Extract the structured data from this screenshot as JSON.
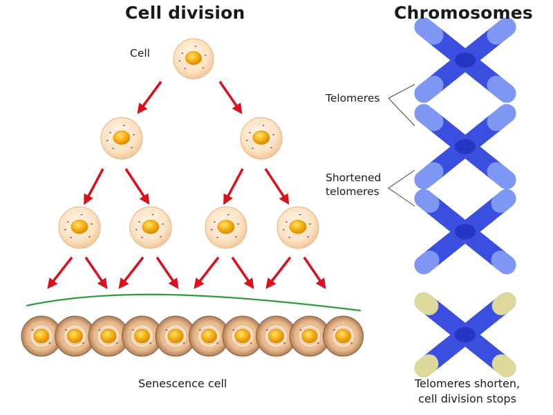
{
  "headings": {
    "cell_division": "Cell division",
    "chromosomes": "Chromosomes"
  },
  "labels": {
    "cell": "Cell",
    "telomeres": "Telomeres",
    "shortened_line1": "Shortened",
    "shortened_line2": "telomeres",
    "senescence": "Senescence cell",
    "stop_line1": "Telomeres shorten,",
    "stop_line2": "cell division stops"
  },
  "tree": {
    "generation_counts": [
      1,
      2,
      4
    ],
    "senescent_cell_count": 10
  },
  "chromosomes": {
    "count": 4,
    "telomere_levels": [
      "full",
      "full",
      "shortened",
      "none"
    ]
  },
  "colors": {
    "arrow": "#d8111c",
    "growth_curve": "#2e9a3b",
    "chromosome": "#3a4fe0",
    "chromosome_dark": "#2636c2",
    "telomere": "#7d97f2",
    "telomere_cap": "#ddd99b",
    "cell_fill": "#fbe2c2",
    "nucleus": "#f0a50c"
  }
}
